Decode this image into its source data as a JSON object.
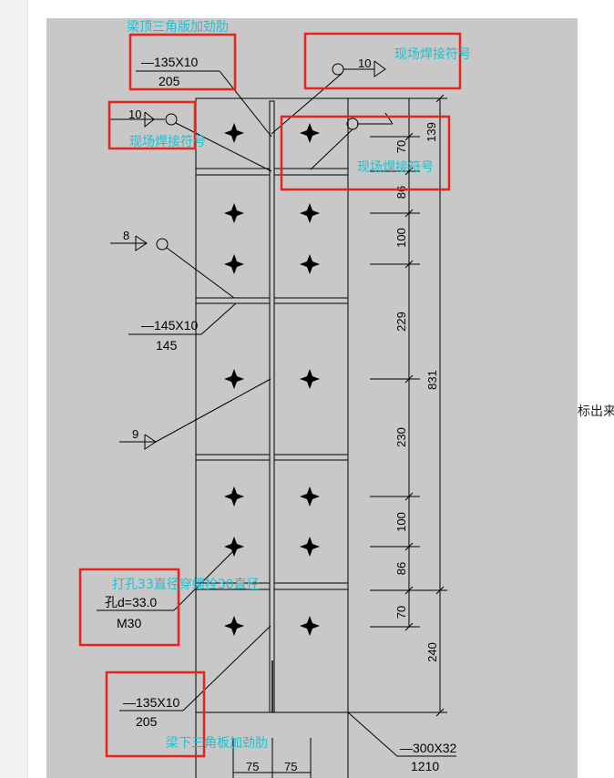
{
  "side_text": "标出来",
  "annotations": {
    "beam_top_rib": "梁顶三角版加劲肋",
    "site_weld_top_right": "现场焊接符号",
    "site_weld_left": "现场焊接符号",
    "site_weld_mid": "现场焊接符号",
    "bolt_hole_note": "打孔33直径穿螺栓30直径",
    "beam_bottom_rib": "梁下三角板加劲肋"
  },
  "labels": {
    "top_plate_spec": "—135X10",
    "top_plate_len": "205",
    "weld_top_right_size": "10",
    "weld_left_size": "10",
    "weld_8_size": "8",
    "mid_plate_spec": "—145X10",
    "mid_plate_len": "145",
    "weld_9_size": "9",
    "hole_spec": "孔d=33.0",
    "bolt_spec": "M30",
    "bottom_plate_spec": "—135X10",
    "bottom_plate_len": "205",
    "base_plate_spec": "—300X32",
    "base_plate_len": "1210"
  },
  "dimensions": {
    "d139": "139",
    "d70_top": "70",
    "d86_top": "86",
    "d100_top": "100",
    "d229": "229",
    "d831": "831",
    "d230": "230",
    "d100_bottom": "100",
    "d86_bottom": "86",
    "d70_bottom": "70",
    "d240": "240",
    "d75_left": "75",
    "d75_right": "75"
  }
}
